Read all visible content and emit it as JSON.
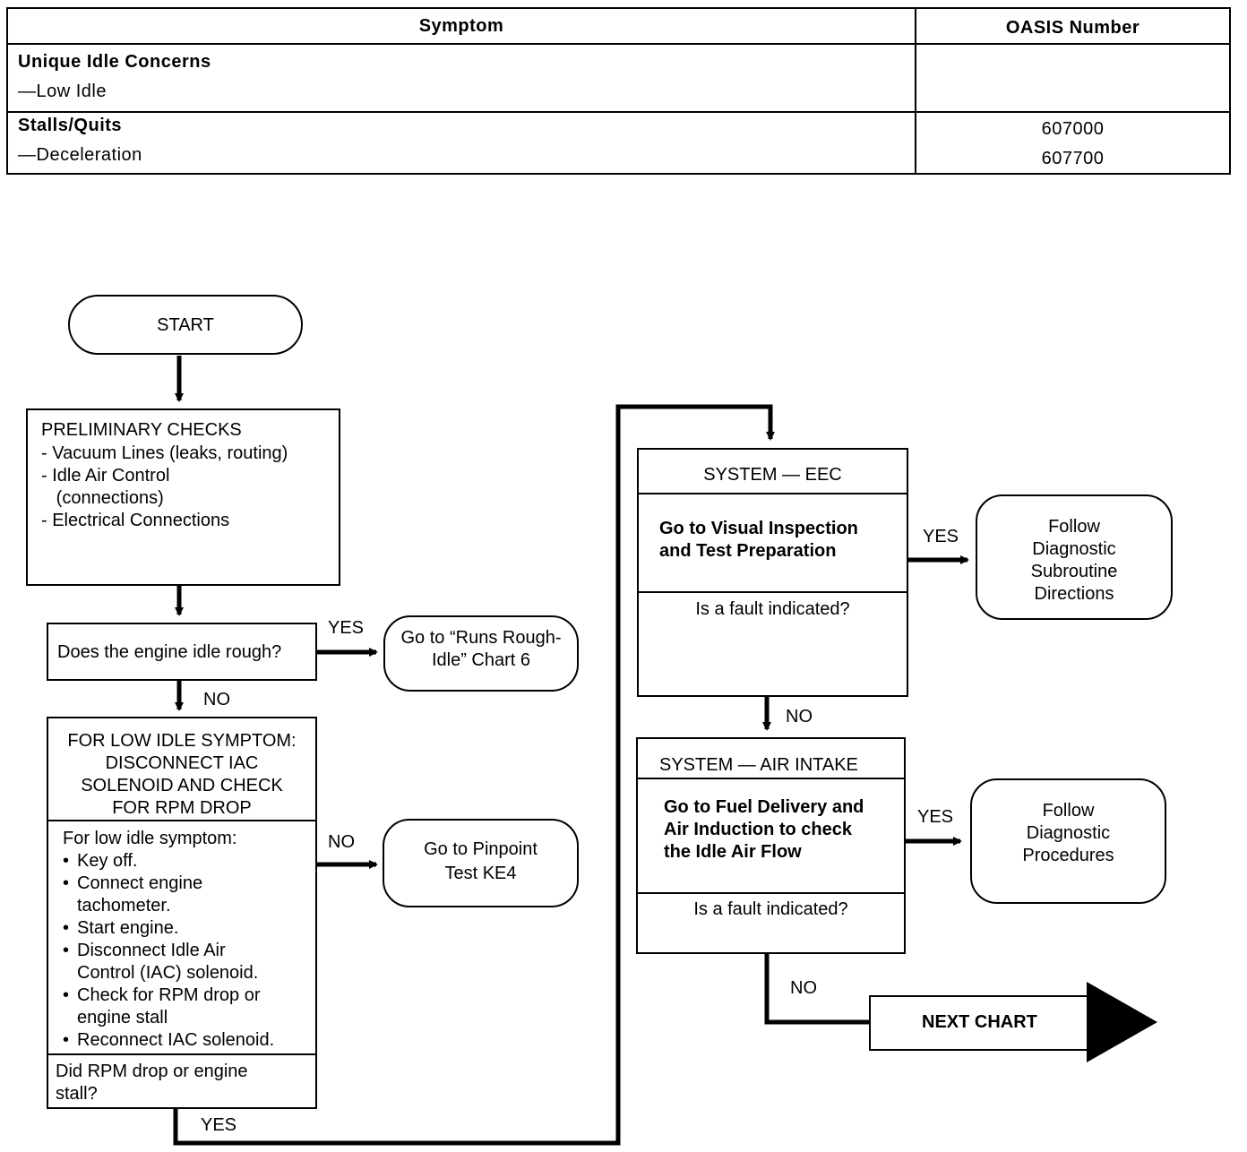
{
  "table": {
    "headers": {
      "symptom": "Symptom",
      "oasis": "OASIS Number"
    },
    "rows": [
      {
        "symptom": "Unique Idle Concerns",
        "sub": "—Low Idle",
        "oasis": "",
        "oasis_sub": ""
      },
      {
        "symptom": "Stalls/Quits",
        "sub": "—Deceleration",
        "oasis": "607000",
        "oasis_sub": "607700"
      }
    ]
  },
  "flow": {
    "start": "START",
    "preliminary": {
      "title": "PRELIMINARY CHECKS",
      "items": [
        "- Vacuum Lines (leaks, routing)",
        "- Idle Air Control",
        "   (connections)",
        "- Electrical Connections"
      ]
    },
    "idle_question": "Does the engine idle rough?",
    "runs_rough": [
      "Go to “Runs Rough-",
      "Idle” Chart 6"
    ],
    "low_idle": {
      "header": [
        "FOR LOW IDLE SYMPTOM:",
        "DISCONNECT IAC",
        "SOLENOID AND CHECK",
        "FOR RPM DROP"
      ],
      "intro": "For low idle symptom:",
      "steps": [
        "Key off.",
        "Connect engine",
        "Start engine.",
        "Disconnect Idle Air",
        "Check for RPM drop or",
        "Reconnect IAC solenoid."
      ],
      "step_cont": {
        "1": "tachometer.",
        "3": "Control (IAC) solenoid.",
        "4": "engine stall"
      },
      "question": [
        "Did RPM drop or engine",
        "stall?"
      ]
    },
    "pinpoint": [
      "Go to Pinpoint",
      "Test KE4"
    ],
    "eec": {
      "header": "SYSTEM — EEC",
      "action": [
        "Go to Visual Inspection",
        "and Test Preparation"
      ],
      "question": "Is a fault indicated?"
    },
    "eec_yes": [
      "Follow",
      "Diagnostic",
      "Subroutine",
      "Directions"
    ],
    "air": {
      "header": "SYSTEM — AIR INTAKE",
      "action": [
        "Go to Fuel Delivery and",
        "Air Induction to check",
        "the Idle Air Flow"
      ],
      "question": "Is a fault indicated?"
    },
    "air_yes": [
      "Follow",
      "Diagnostic",
      "Procedures"
    ],
    "next_chart": "NEXT CHART",
    "labels": {
      "yes": "YES",
      "no": "NO"
    }
  }
}
